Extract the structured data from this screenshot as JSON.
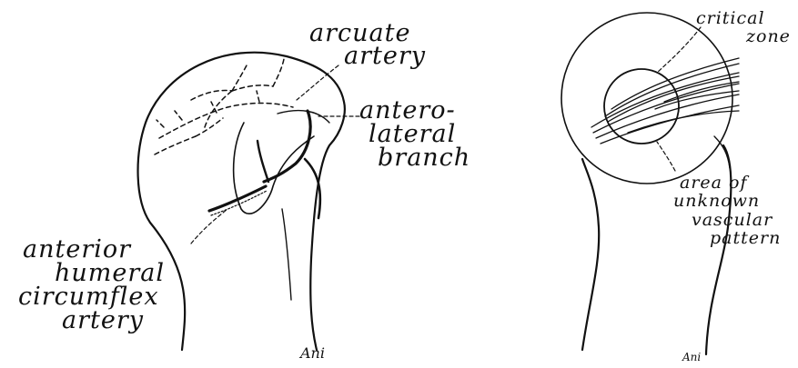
{
  "left_figure": {
    "labels": {
      "arcuate_line1": "arcuate",
      "arcuate_line2": "artery",
      "anterolateral_line1": "antero-",
      "anterolateral_line2": "lateral",
      "anterolateral_line3": "branch",
      "circumflex_line1": "anterior",
      "circumflex_line2": "humeral",
      "circumflex_line3": "circumflex",
      "circumflex_line4": "artery"
    },
    "signature": "Ani"
  },
  "right_figure": {
    "labels": {
      "critical_line1": "critical",
      "critical_line2": "zone",
      "unknown_line1": "area of",
      "unknown_line2": "unknown",
      "unknown_line3": "vascular",
      "unknown_line4": "pattern"
    },
    "signature": "Ani"
  },
  "colors": {
    "ink": "#111111",
    "paper": "#ffffff"
  }
}
